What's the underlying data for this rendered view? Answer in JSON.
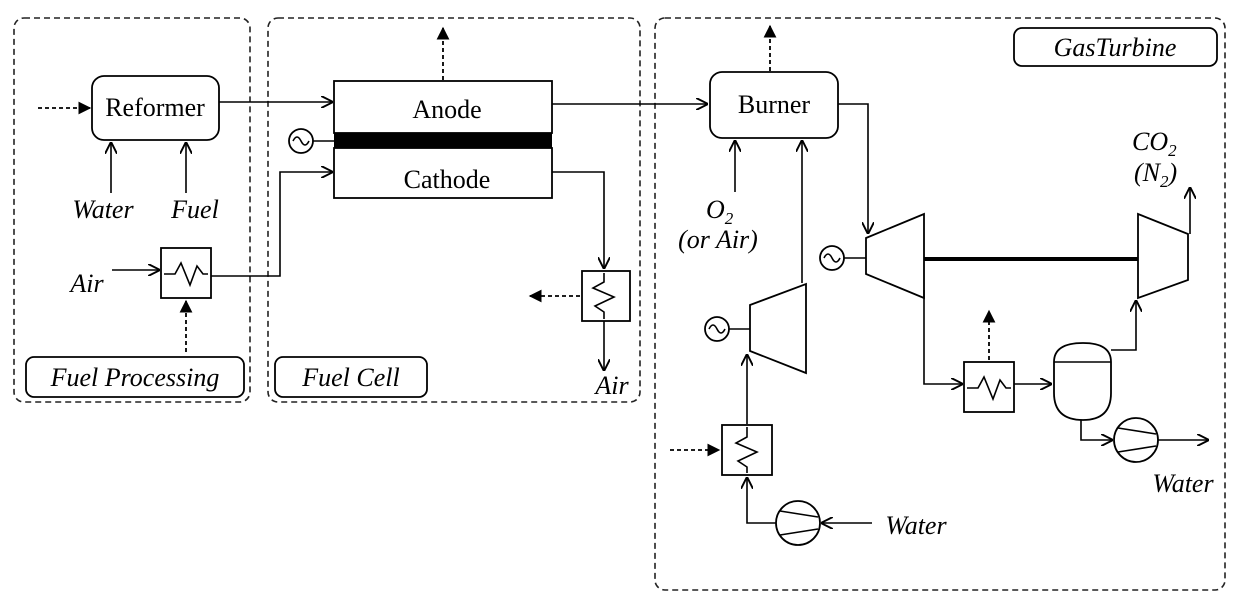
{
  "sections": {
    "fuel_processing": "Fuel Processing",
    "fuel_cell": "Fuel  Cell",
    "gas_turbine": "GasTurbine"
  },
  "components": {
    "reformer": "Reformer",
    "anode": "Anode",
    "cathode": "Cathode",
    "burner": "Burner"
  },
  "streams": {
    "water_reformer": "Water",
    "fuel_reformer": "Fuel",
    "air_preheater": "Air",
    "air_exhaust": "Air",
    "o2_main": "O",
    "o2_sub": "2",
    "o2_alt": "(or Air)",
    "co2_main": "CO",
    "co2_sub": "2",
    "n2_open": "(N",
    "n2_sub": "2",
    "n2_close": ")",
    "water_pump": "Water",
    "water_separator": "Water"
  }
}
